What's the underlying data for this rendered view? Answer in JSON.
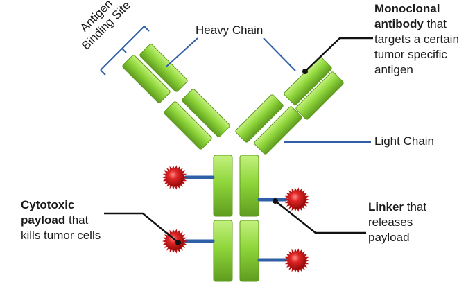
{
  "labels": {
    "antigen_binding_site": [
      "Antigen",
      "Binding Site"
    ],
    "heavy_chain": "Heavy Chain",
    "light_chain": "Light Chain",
    "monoclonal_bold": [
      "Monoclonal",
      "antibody"
    ],
    "monoclonal_rest": [
      " that",
      "targets a certain",
      "tumor specific",
      "antigen"
    ],
    "cytotoxic_bold": [
      "Cytotoxic",
      "payload"
    ],
    "cytotoxic_rest": [
      " that",
      "kills tumor cells"
    ],
    "linker_bold": "Linker",
    "linker_rest": [
      " that",
      "releases",
      "payload"
    ]
  },
  "colors": {
    "chain_fill": "#8ed33c",
    "chain_light": "#b8ec72",
    "chain_stroke": "#5e9a1c",
    "payload_red": "#d81e1e",
    "linker_blue": "#2f5fa6",
    "pointer_line": "#2f5fa6",
    "callout_line": "#111111"
  }
}
